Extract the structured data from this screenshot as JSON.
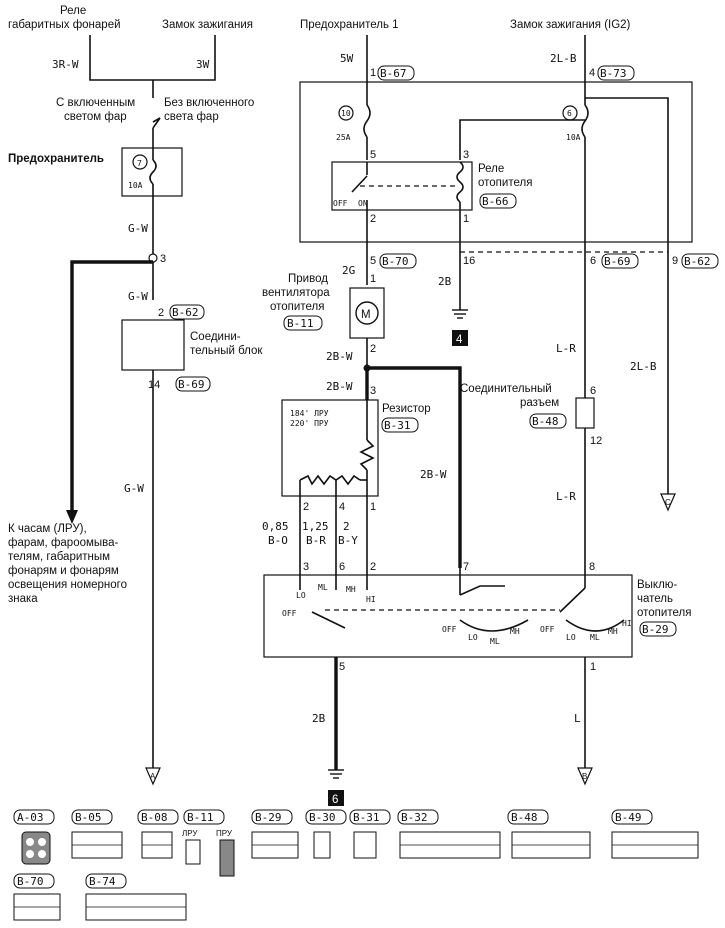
{
  "headers": {
    "relay_lights": [
      "Реле",
      "габаритных фонарей"
    ],
    "ignition_switch": "Замок зажигания",
    "fuse1": "Предохранитель 1",
    "ignition_ig2": "Замок зажигания (IG2)"
  },
  "left": {
    "wire_3rw": "3R-W",
    "wire_3w": "3W",
    "with_lights": [
      "С включенным",
      "светом фар"
    ],
    "without_lights": [
      "Без включенного",
      "света фар"
    ],
    "fuse_label": "Предохранитель",
    "fuse_num": "7",
    "fuse_amp": "10A",
    "wire_gw1": "G-W",
    "node3": "3",
    "wire_gw2": "G-W",
    "pin2": "2",
    "conn_b62": "B-62",
    "junction_block": [
      "Соедини-",
      "тельный блок"
    ],
    "pin14": "14",
    "conn_b69": "B-69",
    "wire_gw3": "G-W",
    "to_text": [
      "К часам (ЛРУ),",
      "фарам, фароомыва-",
      "телям, габаритным",
      "фонарям и фонарям",
      "освещения номерного",
      "знака"
    ],
    "arrow_a": "A"
  },
  "main": {
    "wire_5w": "5W",
    "pin1": "1",
    "conn_b67": "B-67",
    "fuse10_num": "10",
    "fuse10_amp": "25A",
    "wire_2lb": "2L-B",
    "pin4": "4",
    "conn_b73": "B-73",
    "fuse6_num": "6",
    "fuse6_amp": "10A",
    "relay_pin5": "5",
    "relay_pin3": "3",
    "relay_label": [
      "Реле",
      "отопителя"
    ],
    "conn_b66": "B-66",
    "off": "OFF",
    "on": "ON",
    "relay_pin2": "2",
    "relay_pin1": "1",
    "pin5b": "5",
    "conn_b70": "B-70",
    "wire_2g": "2G",
    "pin16": "16",
    "wire_2b_a": "2B",
    "ground4": "4",
    "pin6": "6",
    "conn_b69b": "B-69",
    "pin9": "9",
    "conn_b62b": "B-62",
    "motor_label": [
      "Привод",
      "вентилятора",
      "отопителя"
    ],
    "conn_b11": "B-11",
    "motor_pin1": "1",
    "motor_pin2": "2",
    "motor_m": "M",
    "wire_lr1": "L-R",
    "wire_2lb2": "2L-B",
    "wire_2bw1": "2B-W",
    "wire_2bw2": "2B-W",
    "res_pin3": "3",
    "res_text1": "184' ЛРУ",
    "res_text2": "220' ПРУ",
    "res_label": "Резистор",
    "conn_b31": "B-31",
    "conn_label": [
      "Соединительный",
      "разъем"
    ],
    "conn_b48": "B-48",
    "cpin6": "6",
    "cpin12": "12",
    "wire_2bw3": "2B-W",
    "res_pin2": "2",
    "res_pin4": "4",
    "res_pin1": "1",
    "wire_lr2": "L-R",
    "arrow_c": "C",
    "w_085": "0,85",
    "w_bo": "B-O",
    "w_125": "1,25",
    "w_br": "B-R",
    "w_2": "2",
    "w_by": "B-Y",
    "sw_pin3": "3",
    "sw_pin6": "6",
    "sw_pin2": "2",
    "sw_pin7": "7",
    "sw_pin8": "8",
    "lo": "LO",
    "ml": "ML",
    "mh": "MH",
    "hi": "HI",
    "sw_label": [
      "Выклю-",
      "чатель",
      "отопителя"
    ],
    "conn_b29": "B-29",
    "sw_pin5": "5",
    "sw_pin1": "1",
    "wire_2b_b": "2B",
    "wire_l": "L",
    "ground6": "6",
    "arrow_b": "B"
  },
  "connectors": [
    {
      "id": "A-03"
    },
    {
      "id": "B-05"
    },
    {
      "id": "B-08"
    },
    {
      "id": "B-11"
    },
    {
      "id": "B-29"
    },
    {
      "id": "B-30"
    },
    {
      "id": "B-31"
    },
    {
      "id": "B-32"
    },
    {
      "id": "B-48"
    },
    {
      "id": "B-49"
    },
    {
      "id": "B-70"
    },
    {
      "id": "B-74"
    }
  ],
  "connector_text": {
    "lru": "ЛРУ",
    "pru": "ПРУ"
  }
}
